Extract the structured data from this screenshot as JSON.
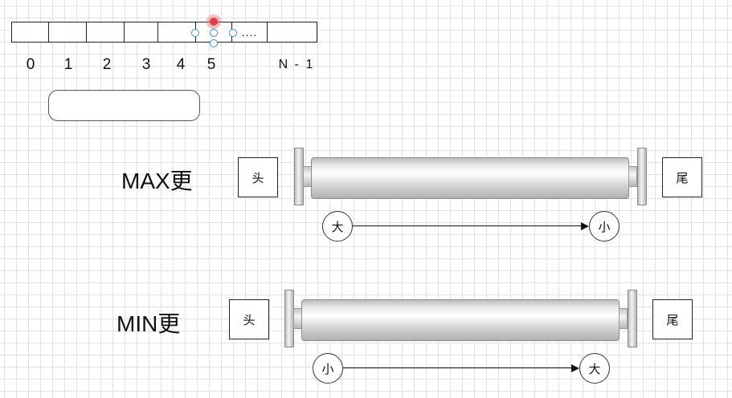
{
  "array": {
    "cells": [
      "",
      "",
      "",
      "",
      "",
      "",
      "....",
      ""
    ],
    "indices": [
      "0",
      "1",
      "2",
      "3",
      "4",
      "5",
      "N - 1"
    ]
  },
  "max_heap": {
    "label": "MAX更",
    "head": "头",
    "tail": "尾",
    "from": "大",
    "to": "小"
  },
  "min_heap": {
    "label": "MIN更",
    "head": "头",
    "tail": "尾",
    "from": "小",
    "to": "大"
  },
  "colors": {
    "grid": "#e2e2e2",
    "handle": "#3d8fd6",
    "rotation_handle": "#e03d4a"
  }
}
